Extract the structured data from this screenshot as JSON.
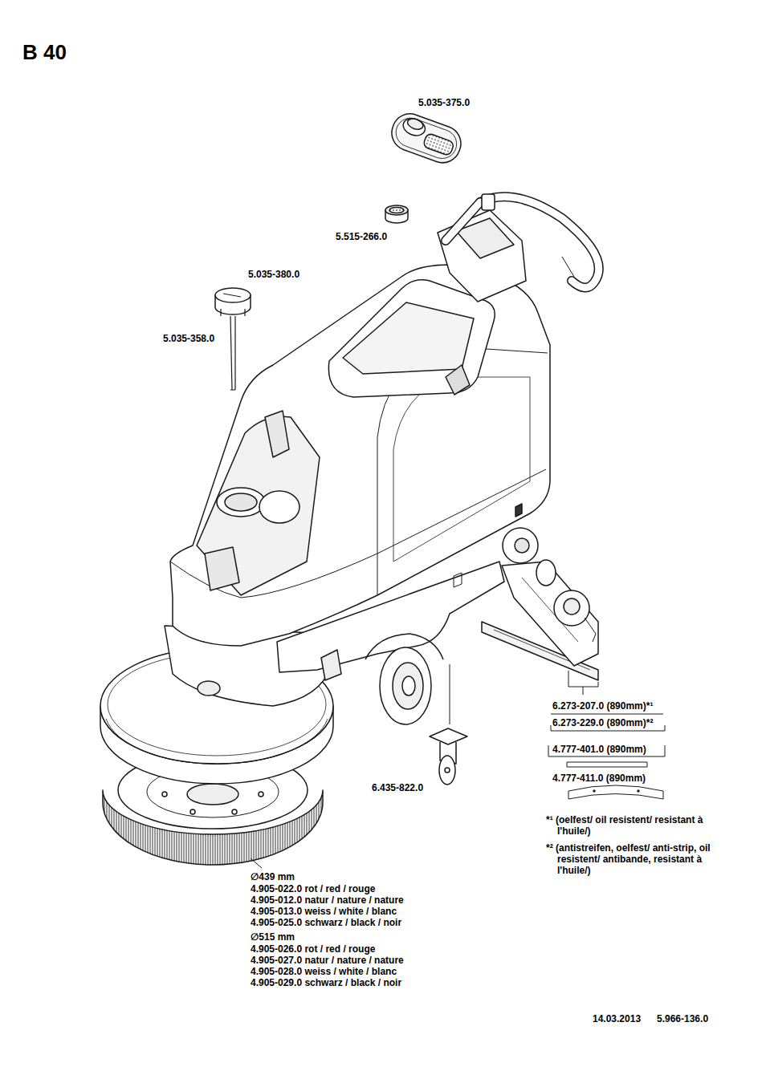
{
  "diagram": {
    "title": "B 40",
    "labels": [
      "5.035-375.0",
      "5.515-266.0",
      "5.035-380.0",
      "5.035-358.0",
      "6.273-207.0 (890mm)*¹",
      "6.273-229.0 (890mm)*²",
      "4.777-401.0 (890mm)",
      "4.777-411.0 (890mm)",
      "6.435-822.0",
      "*¹ (oelfest/ oil resistent/ resistant à l'huile/)",
      "*² (antistreifen, oelfest/ anti-strip, oil resistent/ antibande, resistant à l'huile/)",
      "∅439 mm",
      "4.905-022.0 rot / red / rouge",
      "4.905-012.0 natur / nature / nature",
      "4.905-013.0 weiss / white / blanc",
      "4.905-025.0 schwarz / black / noir",
      "∅515 mm",
      "4.905-026.0 rot / red / rouge",
      "4.905-027.0 natur / nature / nature",
      "4.905-028.0 weiss / white / blanc",
      "4.905-029.0 schwarz / black / noir",
      "14.03.2013",
      "5.966-136.0"
    ]
  }
}
